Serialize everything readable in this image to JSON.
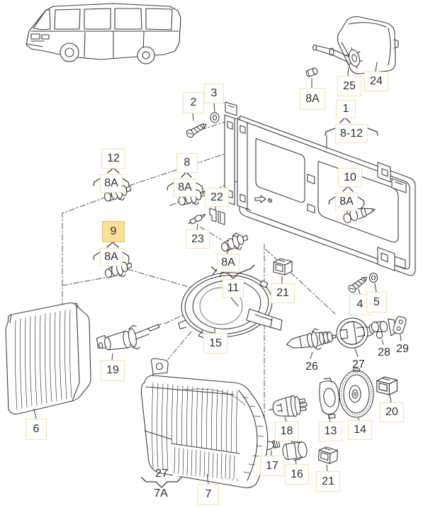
{
  "app": {
    "type": "parts-catalog-exploded-diagram",
    "subject": "headlamp assembly, mounting frame, bulbs and sockets",
    "selected_callout": "9"
  },
  "theme": {
    "bg": "#ffffff",
    "line_color": "#3d3d3d",
    "label_text": "#2e2e2e",
    "label_border": "#f3e3b3",
    "highlight_fill": "#fae096",
    "highlight_border": "#e7c25f"
  },
  "labels": [
    {
      "text": "2",
      "boxed": true,
      "highlighted": false
    },
    {
      "text": "3",
      "boxed": true,
      "highlighted": false
    },
    {
      "text": "12",
      "boxed": true,
      "highlighted": false
    },
    {
      "text": "8A",
      "boxed": true,
      "highlighted": false
    },
    {
      "text": "8",
      "boxed": true,
      "highlighted": false
    },
    {
      "text": "8A",
      "boxed": true,
      "highlighted": false
    },
    {
      "text": "22",
      "boxed": true,
      "highlighted": false
    },
    {
      "text": "23",
      "boxed": true,
      "highlighted": false
    },
    {
      "text": "9",
      "boxed": true,
      "highlighted": true
    },
    {
      "text": "8A",
      "boxed": true,
      "highlighted": false
    },
    {
      "text": "8A",
      "boxed": true,
      "highlighted": false
    },
    {
      "text": "11",
      "boxed": true,
      "highlighted": false
    },
    {
      "text": "15",
      "boxed": true,
      "highlighted": false
    },
    {
      "text": "21",
      "boxed": true,
      "highlighted": false
    },
    {
      "text": "10",
      "boxed": true,
      "highlighted": false
    },
    {
      "text": "8A",
      "boxed": true,
      "highlighted": false
    },
    {
      "text": "1",
      "boxed": true,
      "highlighted": false
    },
    {
      "text": "8-12",
      "boxed": true,
      "highlighted": false
    },
    {
      "text": "8A",
      "boxed": true,
      "highlighted": false
    },
    {
      "text": "25",
      "boxed": true,
      "highlighted": false
    },
    {
      "text": "24",
      "boxed": true,
      "highlighted": false
    },
    {
      "text": "4",
      "boxed": true,
      "highlighted": false
    },
    {
      "text": "5",
      "boxed": true,
      "highlighted": false
    },
    {
      "text": "26",
      "boxed": false,
      "highlighted": false
    },
    {
      "text": "27",
      "boxed": false,
      "highlighted": false
    },
    {
      "text": "28",
      "boxed": false,
      "highlighted": false
    },
    {
      "text": "29",
      "boxed": false,
      "highlighted": false
    },
    {
      "text": "18",
      "boxed": true,
      "highlighted": false
    },
    {
      "text": "13",
      "boxed": true,
      "highlighted": false
    },
    {
      "text": "14",
      "boxed": true,
      "highlighted": false
    },
    {
      "text": "20",
      "boxed": true,
      "highlighted": false
    },
    {
      "text": "17",
      "boxed": true,
      "highlighted": false
    },
    {
      "text": "16",
      "boxed": true,
      "highlighted": false
    },
    {
      "text": "21",
      "boxed": true,
      "highlighted": false
    },
    {
      "text": "19",
      "boxed": true,
      "highlighted": false
    },
    {
      "text": "6",
      "boxed": true,
      "highlighted": false
    },
    {
      "text": "7",
      "boxed": true,
      "highlighted": false
    },
    {
      "text": "27",
      "boxed": false,
      "highlighted": false
    },
    {
      "text": "7A",
      "boxed": false,
      "highlighted": false
    }
  ]
}
